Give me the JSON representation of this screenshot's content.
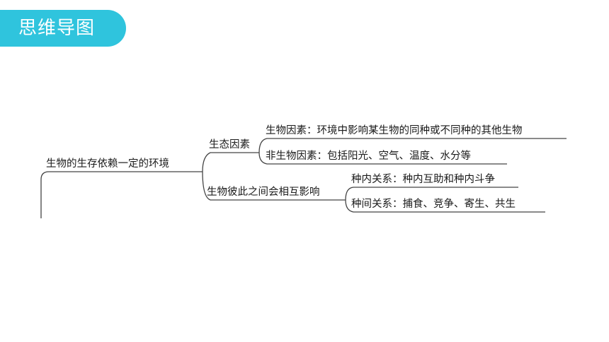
{
  "header": {
    "title": "思维导图"
  },
  "mindmap": {
    "root": "生物的生存依赖一定的环境",
    "branches": [
      {
        "label": "生态因素",
        "children": [
          "生物因素：环境中影响某生物的同种或不同种的其他生物",
          "非生物因素：包括阳光、空气、温度、水分等"
        ]
      },
      {
        "label": "生物彼此之间会相互影响",
        "children": [
          "种内关系：种内互助和种内斗争",
          "种间关系：捕食、竞争、寄生、共生"
        ]
      }
    ]
  },
  "colors": {
    "banner": "#2fc4dd",
    "line": "#444444",
    "text": "#1a1a1a"
  }
}
